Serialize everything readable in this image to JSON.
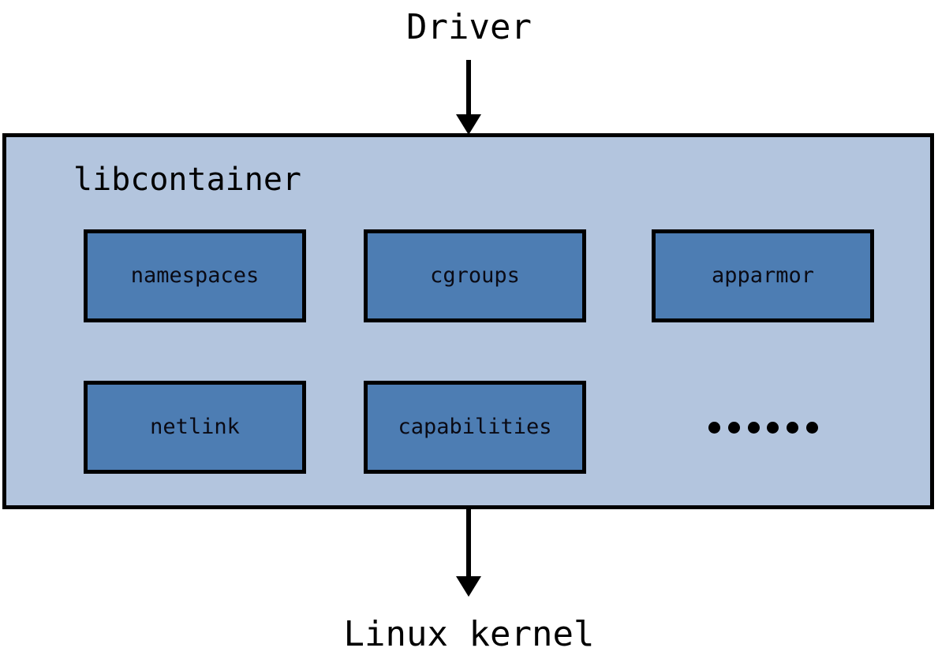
{
  "diagram": {
    "title_top": "Driver",
    "title_bottom": "Linux kernel",
    "container": {
      "label": "libcontainer",
      "fill_color": "#b3c5de",
      "border_color": "#000000"
    },
    "modules": [
      {
        "label": "namespaces",
        "row": 1,
        "col": 1
      },
      {
        "label": "cgroups",
        "row": 1,
        "col": 2
      },
      {
        "label": "apparmor",
        "row": 1,
        "col": 3
      },
      {
        "label": "netlink",
        "row": 2,
        "col": 1
      },
      {
        "label": "capabilities",
        "row": 2,
        "col": 2
      }
    ],
    "module_style": {
      "fill_color": "#4d7db3",
      "border_color": "#000000",
      "text_color": "#0a0a14"
    },
    "ellipsis": {
      "name": "more-modules-ellipsis",
      "dot_count": 6,
      "dot_color": "#000000"
    },
    "arrows": [
      {
        "name": "driver-to-libcontainer",
        "direction": "down",
        "from": "Driver",
        "to": "libcontainer"
      },
      {
        "name": "libcontainer-to-kernel",
        "direction": "down",
        "from": "libcontainer",
        "to": "Linux kernel"
      }
    ],
    "background_color": "#ffffff"
  }
}
